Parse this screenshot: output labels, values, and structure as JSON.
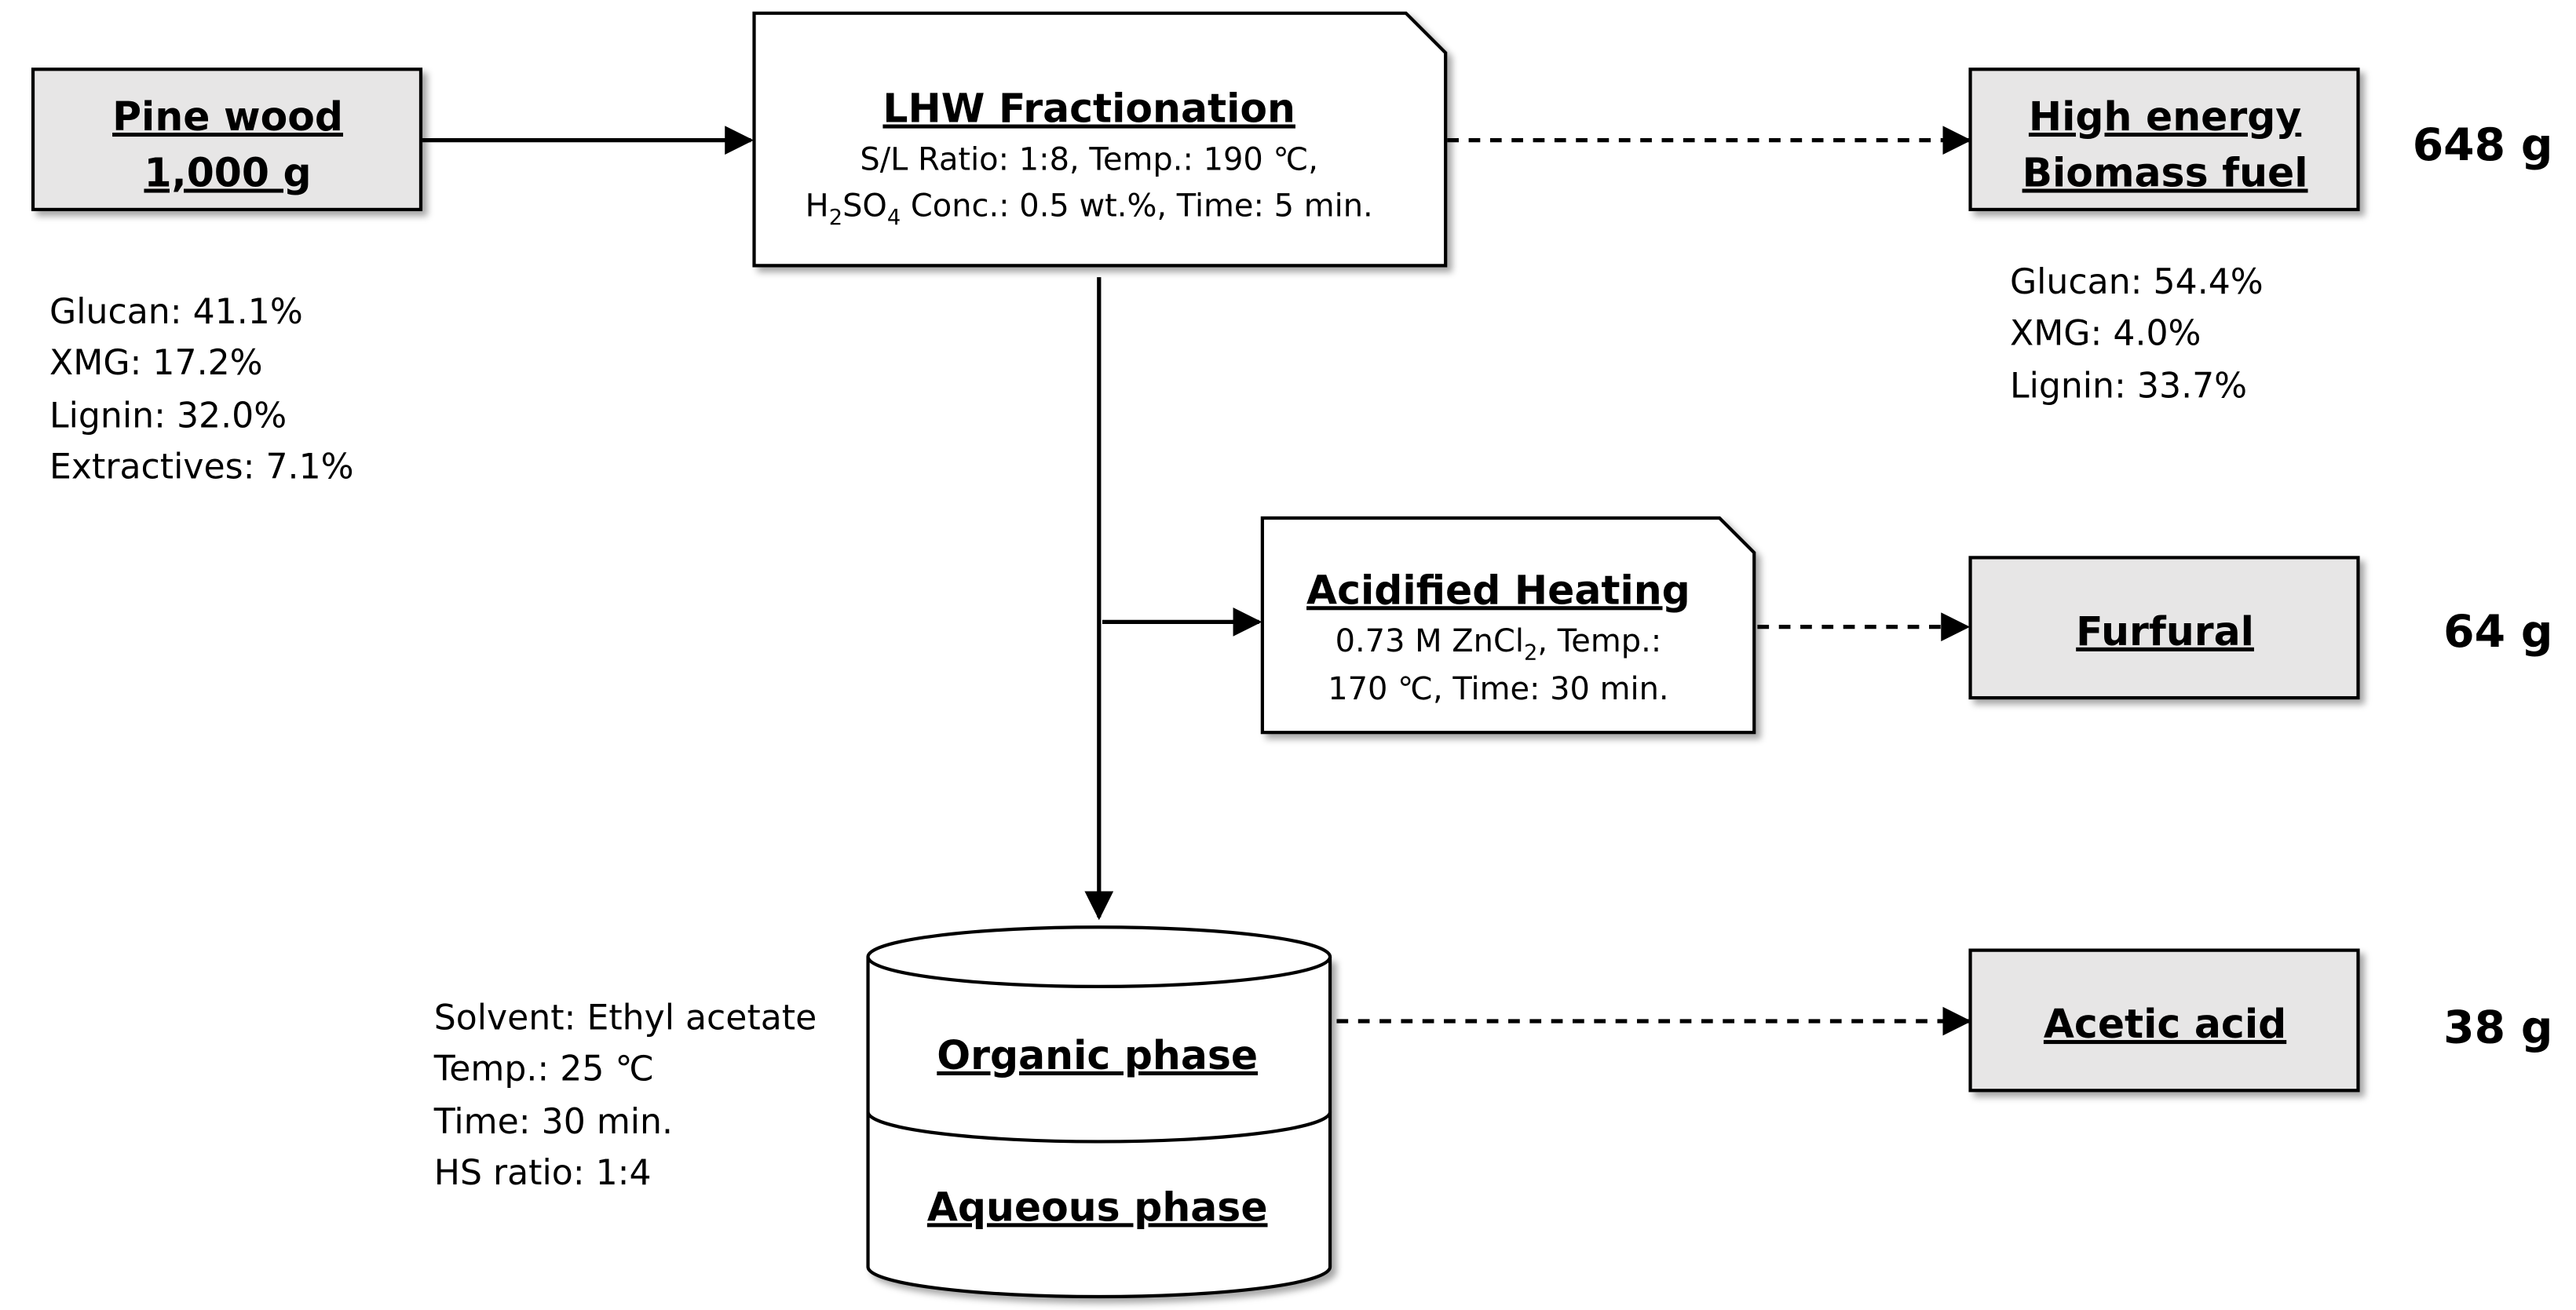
{
  "nodes": {
    "pine_wood": {
      "line1": "Pine wood",
      "line2": "1,000 g"
    },
    "lhw": {
      "title": "LHW Fractionation",
      "line1": "S/L Ratio: 1:8, Temp.: 190 ℃,",
      "line2_pre": "H",
      "line2_sub1": "2",
      "line2_mid": "SO",
      "line2_sub2": "4",
      "line2_post": " Conc.: 0.5 wt.%, Time: 5 min."
    },
    "biomass_fuel": {
      "line1": "High energy",
      "line2": "Biomass fuel"
    },
    "acidified": {
      "title": "Acidified Heating",
      "line1_pre": "0.73 M ZnCl",
      "line1_sub": "2",
      "line1_post": ", Temp.:",
      "line2": "170 ℃, Time: 30 min."
    },
    "furfural": {
      "label": "Furfural"
    },
    "tank": {
      "organic": "Organic phase",
      "aqueous": "Aqueous phase"
    },
    "acetic": {
      "label": "Acetic acid"
    }
  },
  "yields": {
    "biomass_fuel": "648 g",
    "furfural": "64 g",
    "acetic": "38 g"
  },
  "pine_composition": [
    "Glucan: 41.1%",
    "XMG: 17.2%",
    "Lignin: 32.0%",
    "Extractives: 7.1%"
  ],
  "fuel_composition": [
    "Glucan: 54.4%",
    "XMG: 4.0%",
    "Lignin: 33.7%"
  ],
  "extraction_conditions": [
    "Solvent: Ethyl acetate",
    "Temp.: 25 ℃",
    "Time: 30 min.",
    "HS ratio: 1:4"
  ],
  "colors": {
    "product_fill": "#e7e6e6",
    "process_fill": "#ffffff",
    "stroke": "#000000"
  }
}
